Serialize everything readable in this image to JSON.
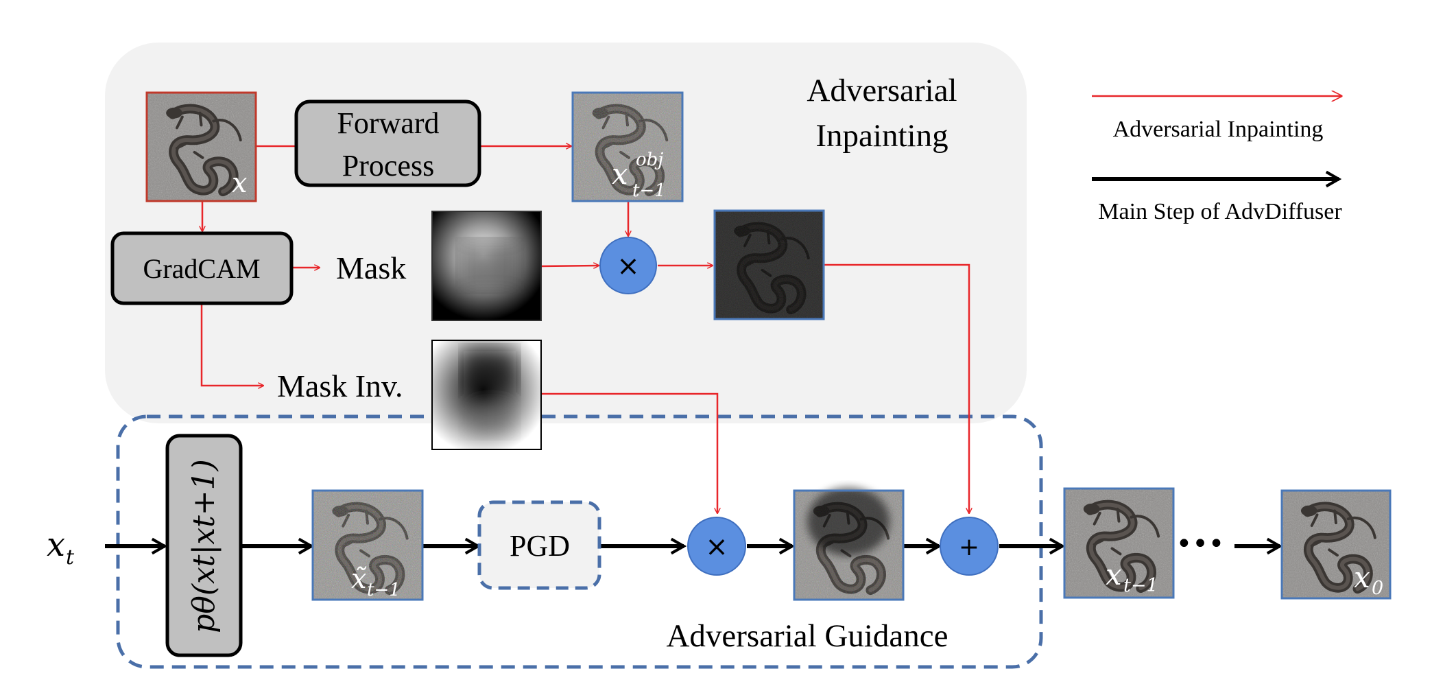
{
  "regions": {
    "inpainting_title_line1": "Adversarial",
    "inpainting_title_line2": "Inpainting",
    "guidance_title": "Adversarial Guidance"
  },
  "nodes": {
    "forward_process_line1": "Forward",
    "forward_process_line2": "Process",
    "gradcam": "GradCAM",
    "pgd": "PGD",
    "mask": "Mask",
    "mask_inv": "Mask Inv.",
    "denoiser_label": "pθ(xt|xt+1)",
    "multiply_symbol": "×",
    "add_symbol": "+",
    "ellipsis": "•••"
  },
  "images": {
    "input_x": "x",
    "xobj_base": "x",
    "xobj_sup": "obj",
    "xobj_sub": "t−1",
    "xhat_base": "x̃",
    "xhat_sub": "t−1",
    "xt1_base": "x",
    "xt1_sub": "t−1",
    "x0_base": "x",
    "x0_sub": "0"
  },
  "inputs": {
    "xt_base": "x",
    "xt_sub": "t"
  },
  "legend": {
    "red_label": "Adversarial Inpainting",
    "black_label": "Main Step of AdvDiffuser"
  },
  "colors": {
    "inpainting_bg": "#f2f2f2",
    "red_arrow": "#e8262a",
    "black_arrow": "#000000",
    "op_circle": "#5b8fe0",
    "box_gray": "#c0c0c0",
    "dashed_blue": "#4a6fa8",
    "image_border": "#4a78b8",
    "input_image_border": "#c0392b"
  }
}
